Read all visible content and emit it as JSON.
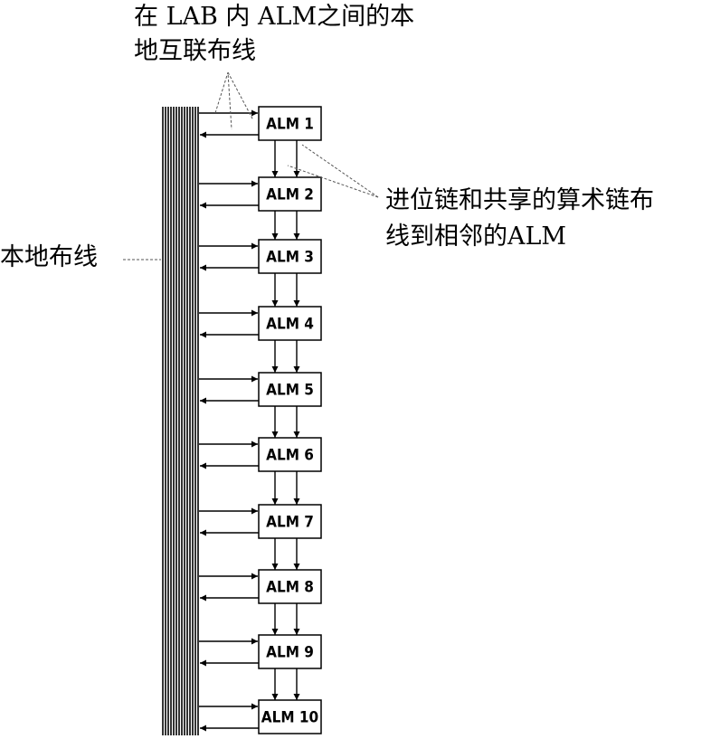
{
  "labels": {
    "local_interconnect_line1": "在 LAB 内 ALM之间的本",
    "local_interconnect_line2": "地互联布线",
    "carry_chain_line1": "进位链和共享的算术链布",
    "carry_chain_line2": "线到相邻的ALM",
    "local_routing": "本地布线"
  },
  "alms": [
    "ALM 1",
    "ALM 2",
    "ALM 3",
    "ALM 4",
    "ALM 5",
    "ALM 6",
    "ALM 7",
    "ALM 8",
    "ALM 9",
    "ALM 10"
  ],
  "colors": {
    "stroke": "#000000",
    "background": "#ffffff",
    "leader": "#555555"
  }
}
